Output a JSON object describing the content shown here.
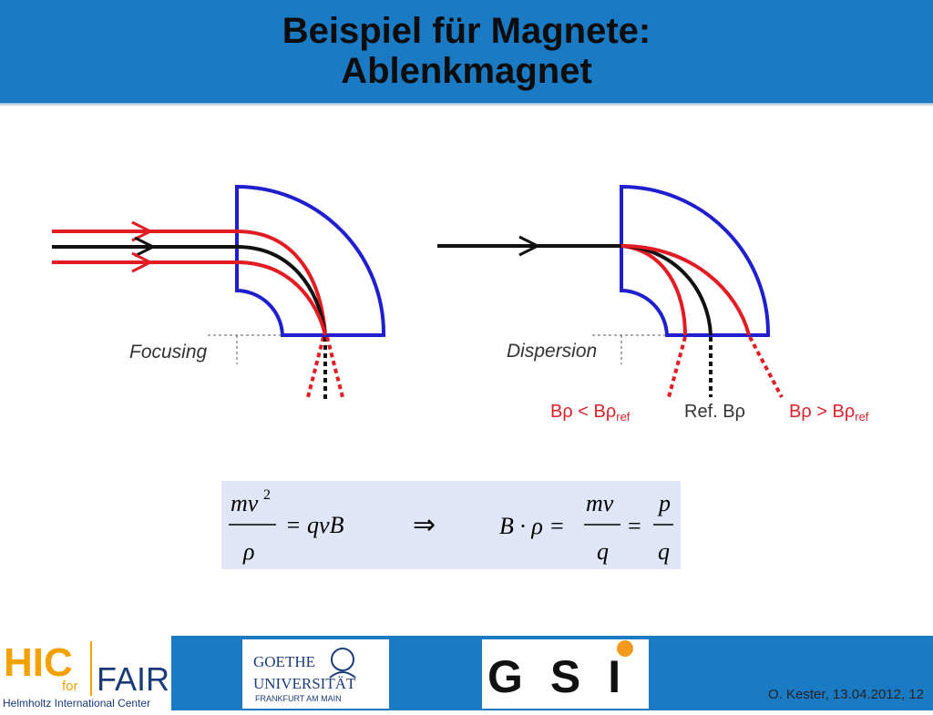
{
  "title": {
    "line1": "Beispiel für Magnete:",
    "line2": "Ablenkmagnet"
  },
  "diagram": {
    "left_label": "Focusing",
    "right_label": "Dispersion",
    "low_label": {
      "main": "Bρ < Bρ",
      "sub": "ref"
    },
    "ref_label": "Ref. Bρ",
    "high_label": {
      "main": "Bρ > Bρ",
      "sub": "ref"
    },
    "colors": {
      "beam_red": "#e31b23",
      "beam_black": "#111111",
      "magnet_blue": "#1f1fd0",
      "label_red": "#e0202a"
    }
  },
  "formula": {
    "eq1_num": "mv",
    "eq1_exp": "2",
    "eq1_den": "ρ",
    "eq1_rhs": "= qvB",
    "implies": "⇒",
    "eq2_lhs": "B · ρ =",
    "eq2_num1": "mv",
    "eq2_den1": "q",
    "eq2_eq": "=",
    "eq2_num2": "p",
    "eq2_den2": "q"
  },
  "footer": {
    "hic_big": "HIC",
    "hic_for": "for",
    "hic_fair": "FAIR",
    "hic_caption": "Helmholtz International Center",
    "goethe_l1": "GOETHE",
    "goethe_l2": "UNIVERSITÄT",
    "goethe_l3": "FRANKFURT AM MAIN",
    "gsi": "GSI",
    "credit": "O. Kester, 13.04.2012, 12"
  }
}
